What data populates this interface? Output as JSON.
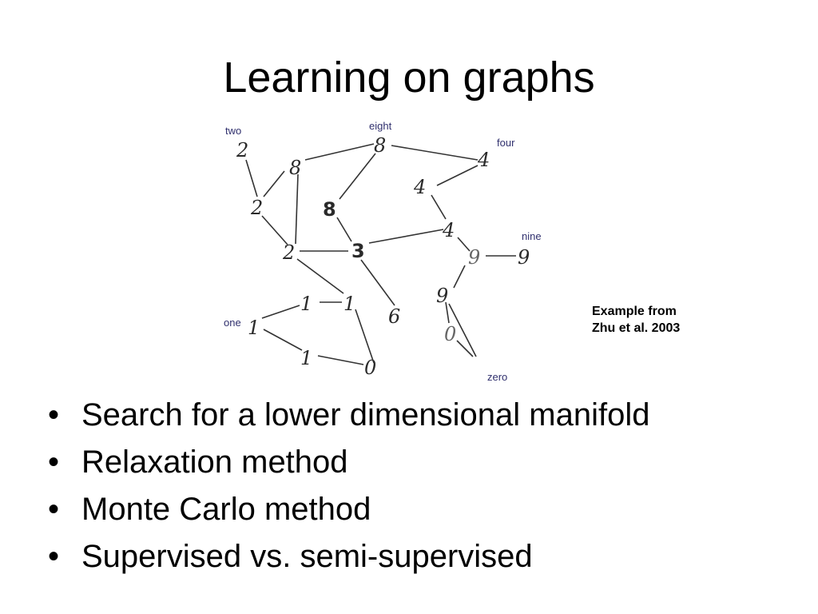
{
  "slide": {
    "title": "Learning on graphs",
    "caption_lines": [
      "Example from",
      "Zhu et al. 2003"
    ]
  },
  "graph": {
    "class_labels": [
      "two",
      "eight",
      "four",
      "nine",
      "one",
      "zero"
    ],
    "nodes": [
      "2",
      "8",
      "8",
      "4",
      "4",
      "2",
      "8",
      "2",
      "3",
      "4",
      "9",
      "9",
      "1",
      "1",
      "6",
      "9",
      "1",
      "0",
      "1",
      "0"
    ]
  },
  "bullets": [
    "Search for a lower dimensional manifold",
    "Relaxation method",
    "Monte Carlo method",
    "Supervised vs. semi-supervised"
  ],
  "bullet_glyph": "•"
}
